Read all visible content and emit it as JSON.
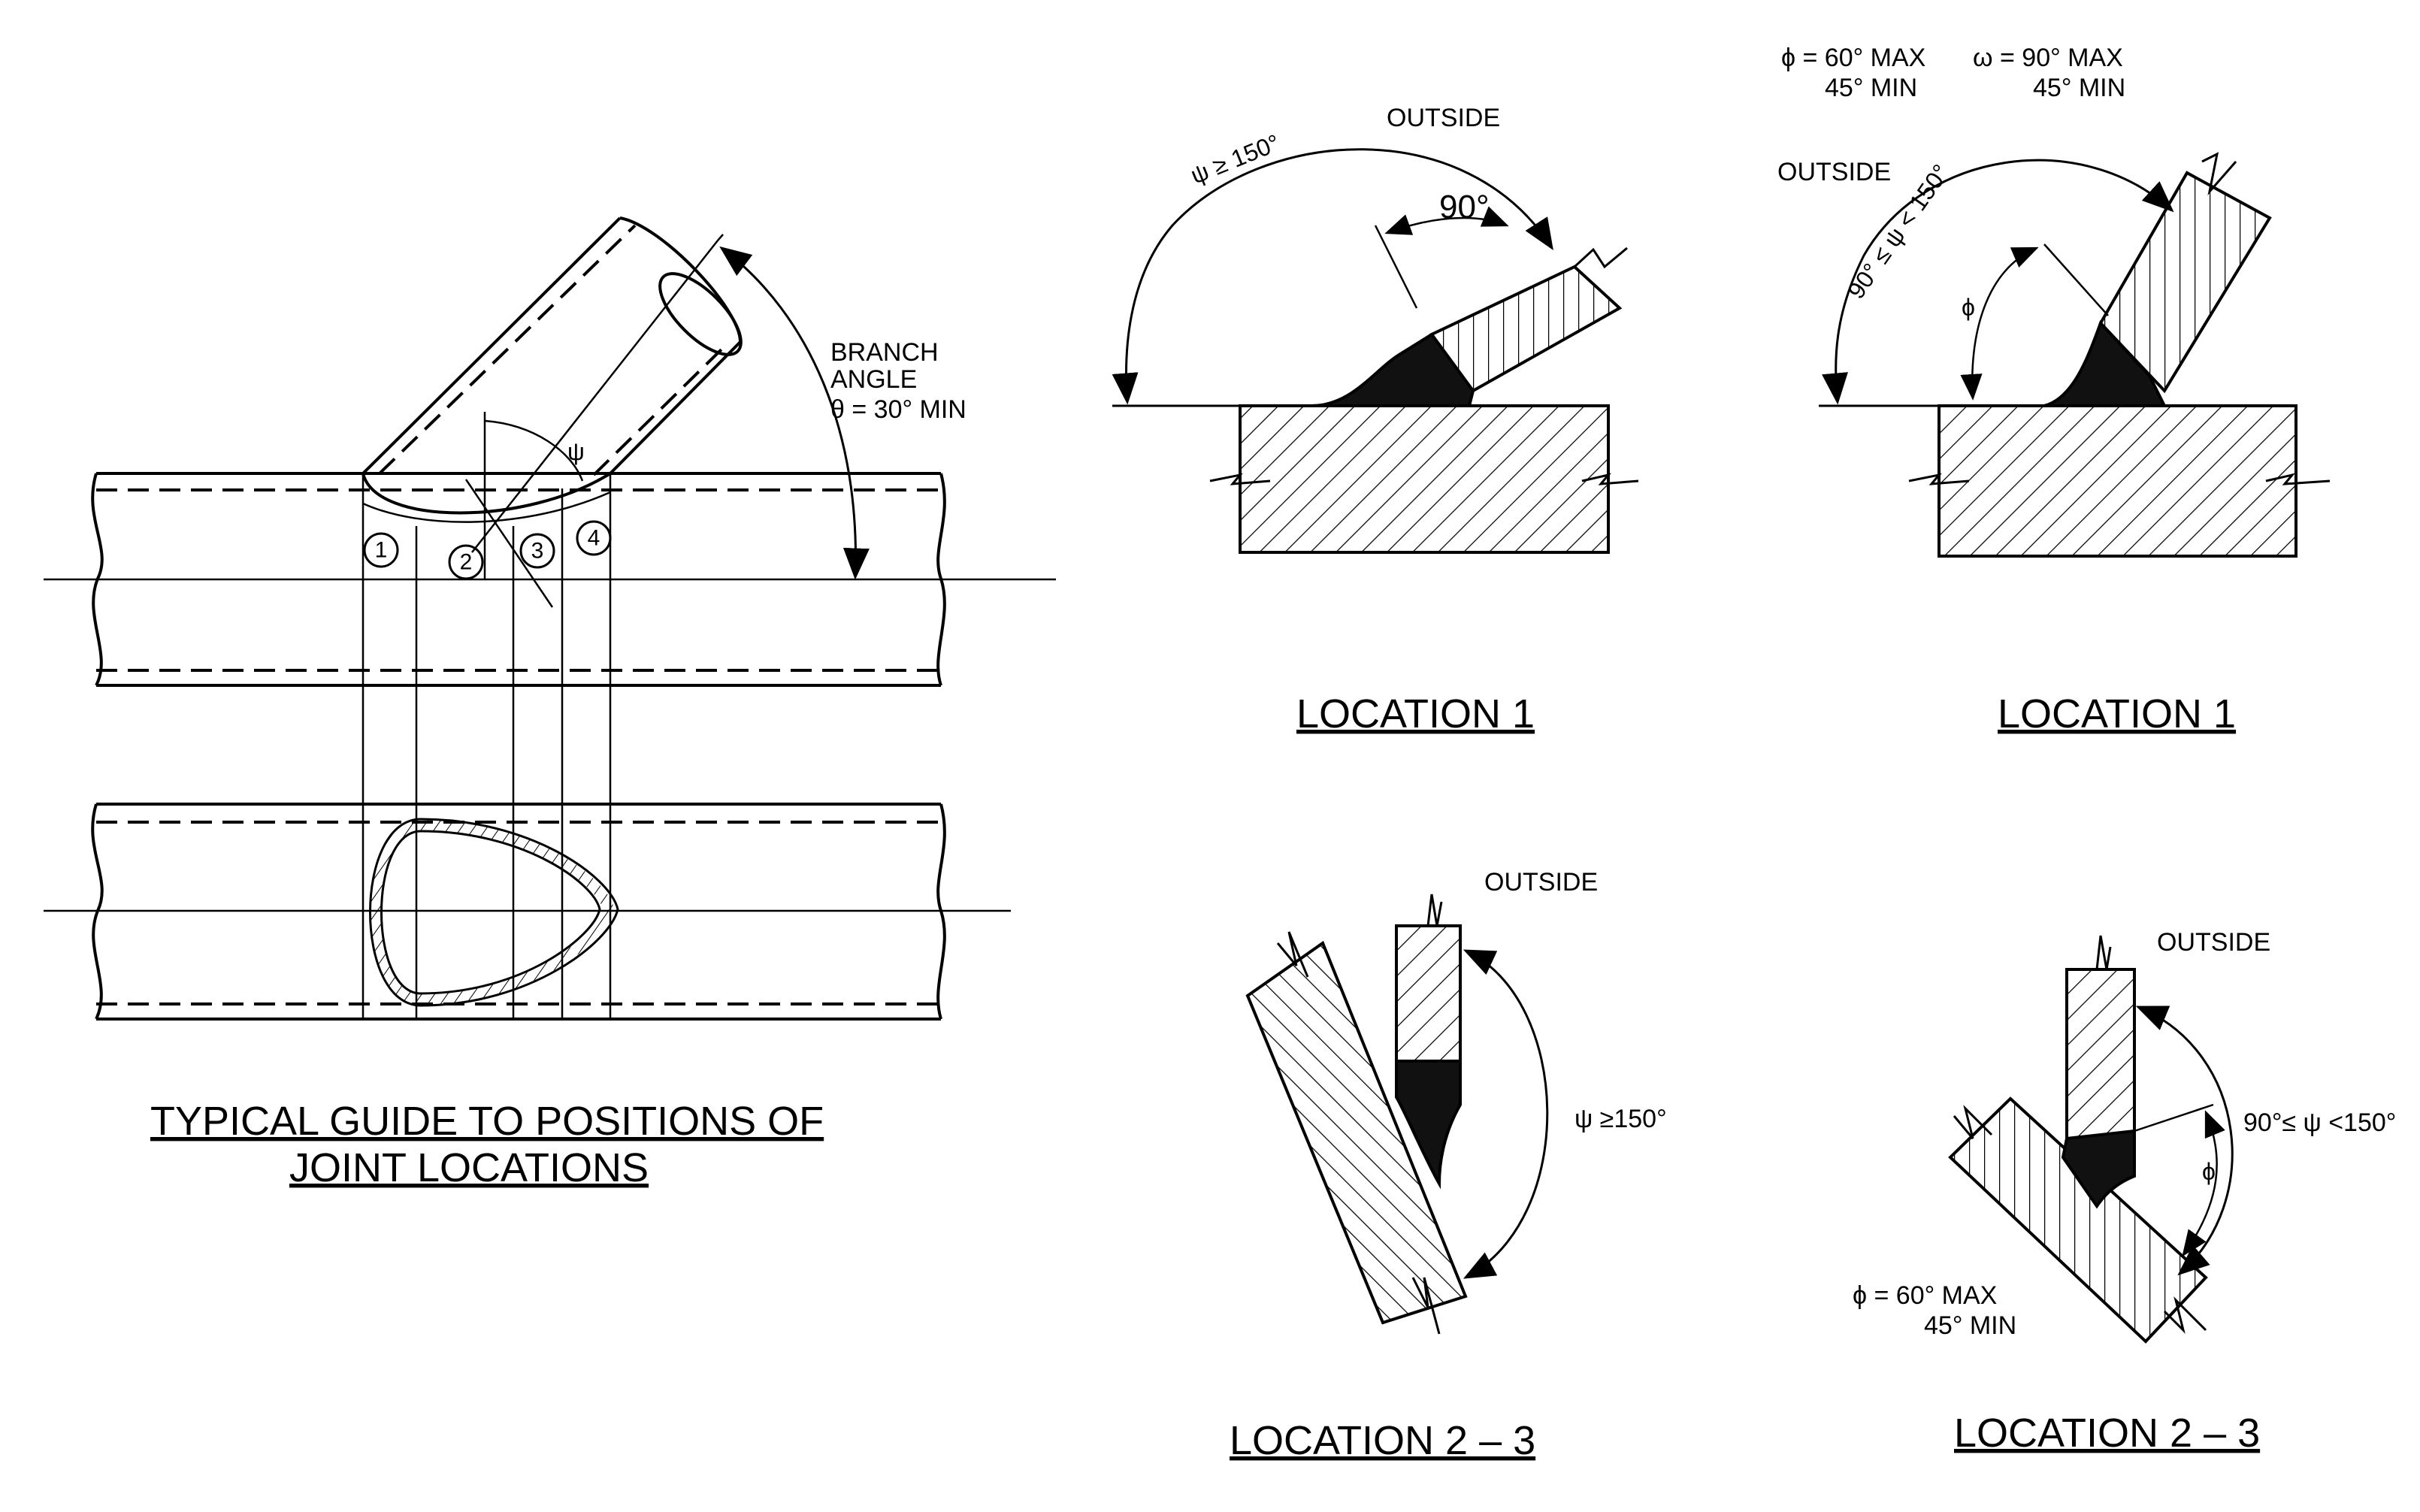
{
  "main_figure": {
    "caption_line1": "TYPICAL GUIDE TO POSITIONS OF",
    "caption_line2": "JOINT LOCATIONS",
    "branch_label_line1": "BRANCH",
    "branch_label_line2": "ANGLE",
    "branch_label_line3": "θ = 30° MIN",
    "psi_symbol": "ψ",
    "markers": [
      "1",
      "2",
      "3",
      "4"
    ]
  },
  "detail_a": {
    "caption": "LOCATION 1",
    "outside_label": "OUTSIDE",
    "psi_label": "ψ ≥ 150°",
    "right_angle_label": "90°"
  },
  "detail_b": {
    "caption": "LOCATION 1",
    "outside_label": "OUTSIDE",
    "phi_line1": "ϕ = 60° MAX",
    "phi_line2": "45° MIN",
    "omega_line1": "ω = 90° MAX",
    "omega_line2": "45° MIN",
    "psi_label": "90° ≤ ψ < 150°",
    "phi_symbol": "ϕ"
  },
  "detail_c": {
    "caption": "LOCATION 2 – 3",
    "outside_label": "OUTSIDE",
    "psi_label": "ψ ≥150°"
  },
  "detail_d": {
    "caption": "LOCATION 2 – 3",
    "outside_label": "OUTSIDE",
    "psi_label": "90°≤ ψ <150°",
    "phi_symbol": "ϕ",
    "phi_line1": "ϕ = 60° MAX",
    "phi_line2": "45° MIN"
  }
}
